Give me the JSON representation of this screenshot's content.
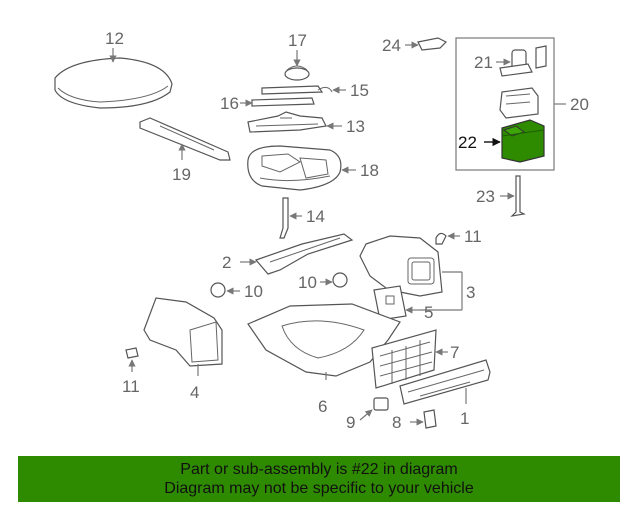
{
  "diagram": {
    "highlight_color": "#2e8b00",
    "callouts": [
      "12",
      "17",
      "24",
      "21",
      "20",
      "15",
      "16",
      "13",
      "18",
      "22",
      "19",
      "14",
      "23",
      "11",
      "2",
      "10",
      "10",
      "3",
      "5",
      "7",
      "11",
      "4",
      "6",
      "9",
      "8",
      "1"
    ],
    "highlighted_part": "22"
  },
  "banner": {
    "line1": "Part or sub-assembly is #22 in diagram",
    "line2": "Diagram may not be specific to your vehicle",
    "background": "#2e8b00"
  }
}
